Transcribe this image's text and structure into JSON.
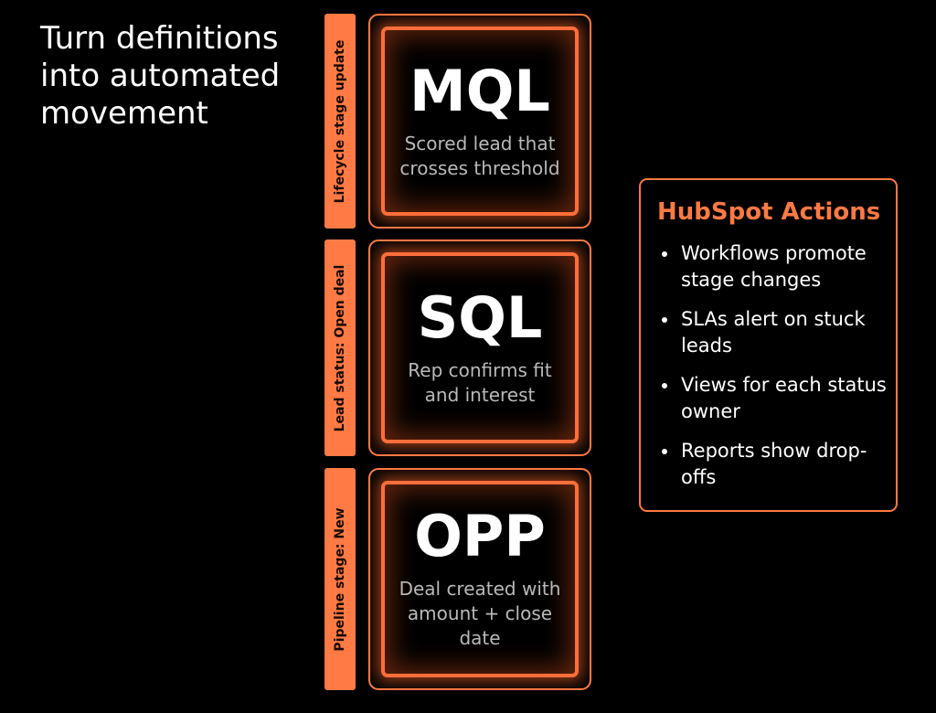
{
  "headline": "Turn definitions into automated movement",
  "stages": [
    {
      "tab_label": "Lifecycle stage update",
      "title": "MQL",
      "description": "Scored lead that crosses threshold"
    },
    {
      "tab_label": "Lead status: Open deal",
      "title": "SQL",
      "description": "Rep confirms fit and interest"
    },
    {
      "tab_label": "Pipeline stage: New",
      "title": "OPP",
      "description": "Deal created with amount + close date"
    }
  ],
  "actions": {
    "title": "HubSpot Actions",
    "items": [
      "Workflows promote stage changes",
      "SLAs alert on stuck leads",
      "Views for each status owner",
      "Reports show drop-offs"
    ]
  },
  "colors": {
    "accent": "#ff7a45",
    "background": "#000000",
    "muted_text": "#b9b9b9"
  }
}
